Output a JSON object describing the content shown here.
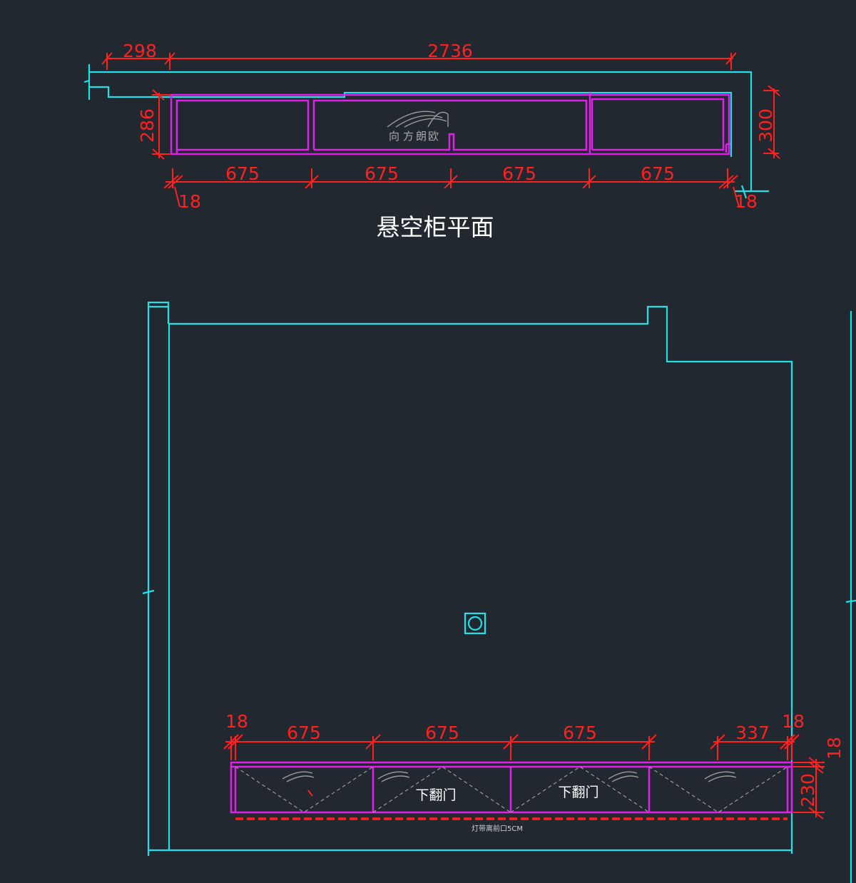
{
  "plan_view": {
    "title": "悬空柜平面",
    "dim_top_left": "298",
    "dim_top_total": "2736",
    "dim_depth_left": "286",
    "dim_depth_right": "300",
    "dim_bays": [
      "675",
      "675",
      "675",
      "675"
    ],
    "dim_side_left": "18",
    "dim_side_right": "18"
  },
  "elevation_view": {
    "dim_left_panel": "18",
    "dim_bays": [
      "675",
      "675",
      "675"
    ],
    "dim_last_bay": "337",
    "dim_right_panel": "18",
    "dim_height": "230",
    "dim_side_top": "18",
    "door_labels": [
      "下翻门",
      "下翻门"
    ],
    "light_strip_note": "灯带离前口5CM"
  },
  "watermark": {
    "line1": "欧",
    "line2": "朗",
    "line3": "方",
    "line4": "向"
  },
  "colors": {
    "background": "#212830",
    "dimension": "#ff2020",
    "wall": "#22e0e8",
    "cabinet": "#e020e8"
  }
}
